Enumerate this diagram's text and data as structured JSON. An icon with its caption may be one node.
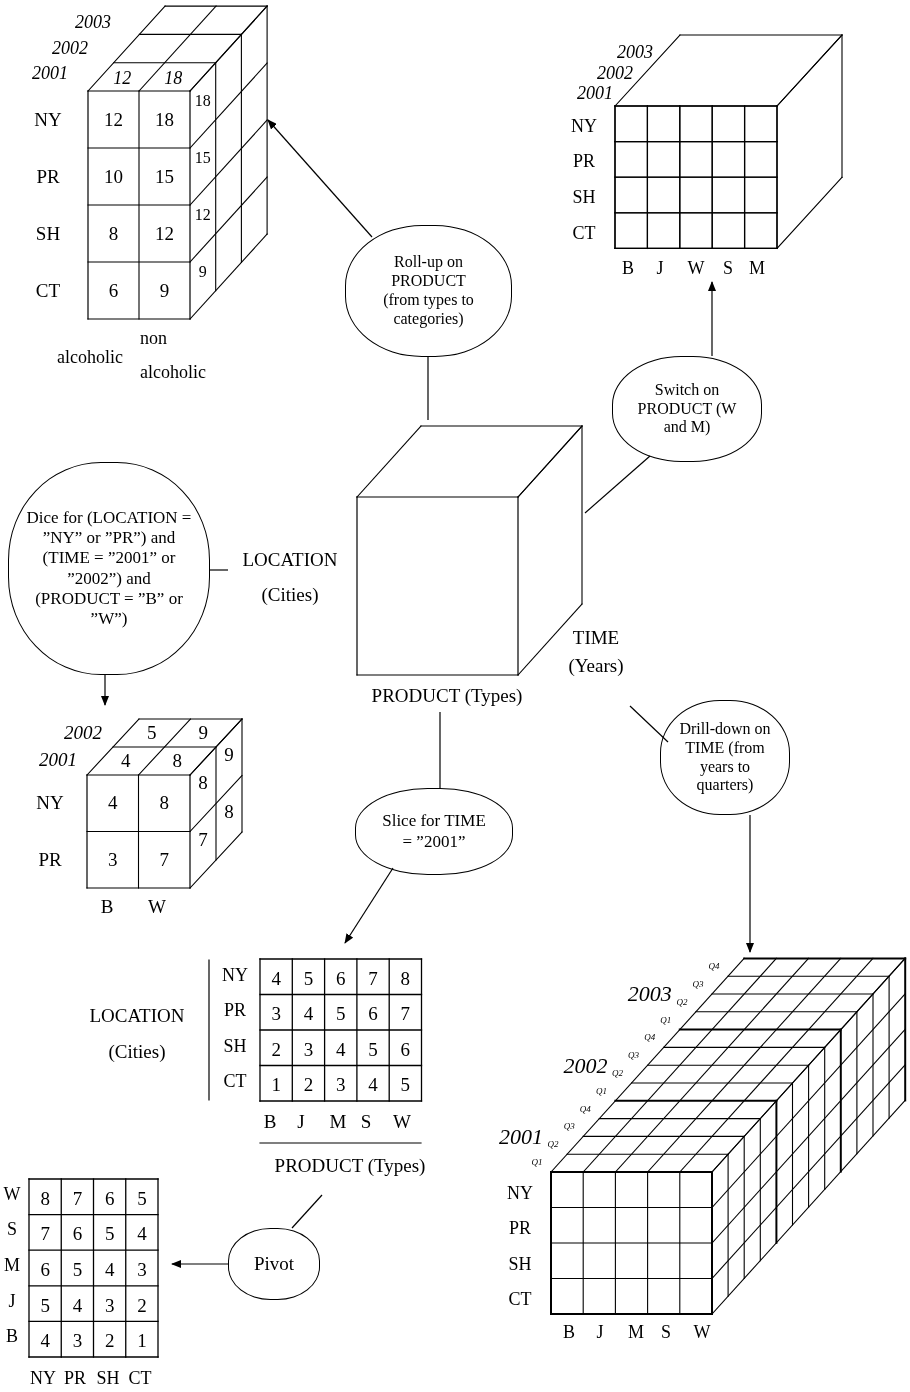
{
  "diagram": {
    "nodes": [
      {
        "text": [
          "LOCATION (Cities)",
          "TIME (Years)",
          "PRODUCT (Types)"
        ]
      },
      {
        "text": [
          "Roll-up on PRODUCT (from types to categories)"
        ]
      },
      {
        "text": [
          "12",
          "18",
          "12",
          "18",
          "10",
          "15",
          "8",
          "12",
          "6",
          "9",
          "18",
          "15",
          "12",
          "9",
          "2003",
          "2002",
          "2001",
          "NY",
          "PR",
          "SH",
          "CT",
          "alcoholic",
          "non alcoholic"
        ]
      },
      {
        "text": [
          "Switch on PRODUCT (W and M)"
        ]
      },
      {
        "text": [
          "2003",
          "2002",
          "2001",
          "NY",
          "PR",
          "SH",
          "CT",
          "B",
          "J",
          "W",
          "S",
          "M"
        ]
      },
      {
        "text": [
          "Dice for (LOCATION = ”NY” or ”PR”) and (TIME = ”2001” or ”2002”) and (PRODUCT = ”B” or ”W”)"
        ]
      },
      {
        "text": [
          "5",
          "9",
          "4",
          "8",
          "4",
          "8",
          "3",
          "7",
          "8",
          "7",
          "9",
          "8",
          "2002",
          "2001",
          "NY",
          "PR",
          "B",
          "W"
        ]
      },
      {
        "text": [
          "Slice for TIME = ”2001”"
        ]
      },
      {
        "text": [
          "4",
          "5",
          "6",
          "7",
          "8",
          "3",
          "4",
          "5",
          "6",
          "7",
          "2",
          "3",
          "4",
          "5",
          "6",
          "1",
          "2",
          "3",
          "4",
          "5",
          "LOCATION (Cities)",
          "NY",
          "PR",
          "SH",
          "CT",
          "B",
          "J",
          "M",
          "S",
          "W",
          "PRODUCT (Types)"
        ]
      },
      {
        "text": [
          "Drill-down on TIME (from years to quarters)"
        ]
      },
      {
        "text": [
          "2001",
          "Q1",
          "Q2",
          "Q3",
          "Q4",
          "2002",
          "Q1",
          "Q2",
          "Q3",
          "Q4",
          "2003",
          "Q1",
          "Q2",
          "Q3",
          "Q4",
          "NY",
          "PR",
          "SH",
          "CT",
          "B",
          "J",
          "M",
          "S",
          "W"
        ]
      },
      {
        "text": [
          "Pivot"
        ]
      },
      {
        "text": [
          "8",
          "7",
          "6",
          "5",
          "7",
          "6",
          "5",
          "4",
          "6",
          "5",
          "4",
          "3",
          "5",
          "4",
          "3",
          "2",
          "4",
          "3",
          "2",
          "1",
          "W",
          "S",
          "M",
          "J",
          "B",
          "NY",
          "PR",
          "SH",
          "CT"
        ]
      }
    ],
    "edges": [
      {
        "from": 0,
        "to": 1,
        "arrow": "none"
      },
      {
        "from": 1,
        "to": 2,
        "arrow": "to"
      },
      {
        "from": 0,
        "to": 3,
        "arrow": "none"
      },
      {
        "from": 3,
        "to": 4,
        "arrow": "to"
      },
      {
        "from": 0,
        "to": 5,
        "arrow": "none"
      },
      {
        "from": 5,
        "to": 6,
        "arrow": "to"
      },
      {
        "from": 0,
        "to": 7,
        "arrow": "none"
      },
      {
        "from": 7,
        "to": 8,
        "arrow": "to"
      },
      {
        "from": 0,
        "to": 9,
        "arrow": "none"
      },
      {
        "from": 9,
        "to": 10,
        "arrow": "to"
      },
      {
        "from": 8,
        "to": 11,
        "arrow": "none"
      },
      {
        "from": 11,
        "to": 12,
        "arrow": "to"
      }
    ]
  }
}
